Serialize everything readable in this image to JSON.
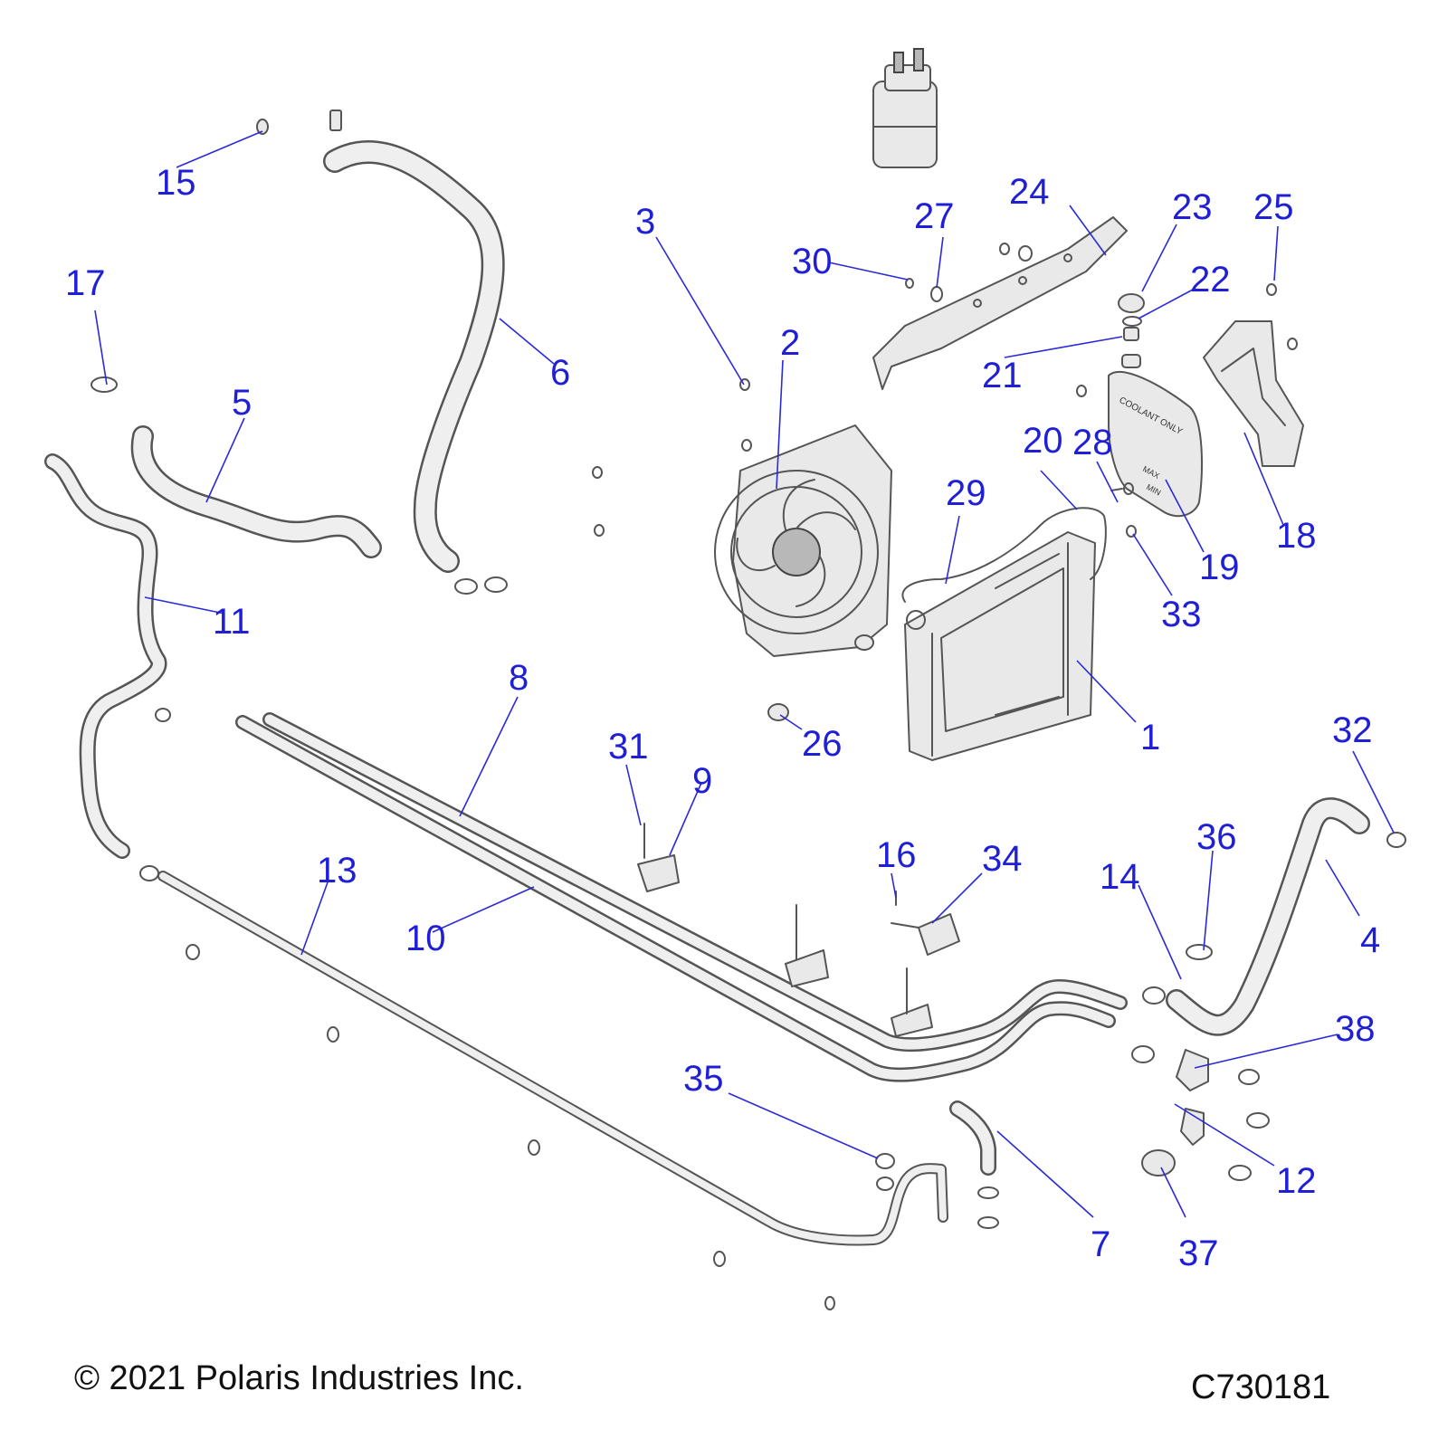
{
  "footer": {
    "copyright": "© 2021 Polaris Industries Inc.",
    "drawing_id": "C730181"
  },
  "callouts": [
    "1",
    "2",
    "3",
    "4",
    "5",
    "6",
    "7",
    "8",
    "9",
    "10",
    "11",
    "12",
    "13",
    "14",
    "15",
    "16",
    "17",
    "18",
    "19",
    "20",
    "21",
    "22",
    "23",
    "24",
    "25",
    "26",
    "27",
    "28",
    "29",
    "30",
    "31",
    "32",
    "33",
    "34",
    "35",
    "36",
    "37",
    "38"
  ],
  "reservoir_label": "COOLANT ONLY",
  "reservoir_marks": [
    "MAX",
    "MIN"
  ],
  "colors": {
    "callout": "#1f1fd6",
    "line_art": "#555555",
    "part_fill": "#e9e9e9"
  }
}
